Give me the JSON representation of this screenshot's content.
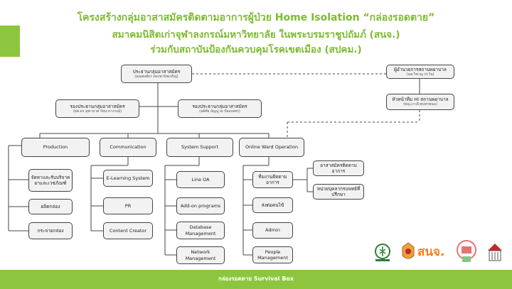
{
  "title": {
    "line1": "โครงสร้างกลุ่มอาสาสมัครติดตามอาการผู้ป่วย Home Isolation “กล่องรอดตาย”",
    "line2": "สมาคมนิสิตเก่าจุฬาลงกรณ์มหาวิทยาลัย ในพระบรมราชูปถัมภ์ (สนจ.)",
    "line3": "ร่วมกับสถาบันป้องกันควบคุมโรคเขตเมือง (สปคม.)"
  },
  "chair": {
    "label": "ประธานกลุ่มอาสาสมัคร",
    "sub": "(คุณพงศ์ธร ทองพานิชเจริญ)"
  },
  "vice1": {
    "label": "รองประธานกลุ่มอาสาสมัคร",
    "sub": "(ผศ.ดร.จุฑามาศ รัตนวราภรณ์)"
  },
  "vice2": {
    "label": "รองประธานกลุ่มอาสาสมัคร",
    "sub": "(อดิศัย อัญญู ณ ป้อมเพชร)"
  },
  "director": {
    "label": "ผู้อำนวยการสถานพยาบาล",
    "sub": "(นพ.วิชาญ ปาวัน)"
  },
  "head_nurse": {
    "label": "หัวหน้าทีม HI สถานพยาบาล",
    "sub": "(พญ.เกวลี ศุนทรพนม)"
  },
  "departments": {
    "production": "Production",
    "communication": "Communication",
    "system_support": "System Support",
    "online_ward": "Online Ward Operation"
  },
  "production_items": [
    "จัดหาและรับบริจาคยาและเวชภัณฑ์",
    "ผลิตกล่อง",
    "กระจายกล่อง"
  ],
  "communication_items": [
    "E-Learning System",
    "PR",
    "Content Creator"
  ],
  "system_items": [
    "Line OA",
    "Add-on programs",
    "Database Management",
    "Network Management"
  ],
  "ward_items": [
    "ทีมงานติดตามอาการ",
    "ส่งต่อคนไข้",
    "Admin",
    "People Management"
  ],
  "ward_sub_items": [
    "อาสาสมัครติดตามอาการ",
    "หน่วยบุคลากรแพทย์ที่ปรึกษา"
  ],
  "footer": "กล่องรอดตาย  Survival Box",
  "logos": {
    "snj": "สนจ."
  },
  "colors": {
    "accent": "#8cc63f",
    "title": "#7dbb2f"
  }
}
